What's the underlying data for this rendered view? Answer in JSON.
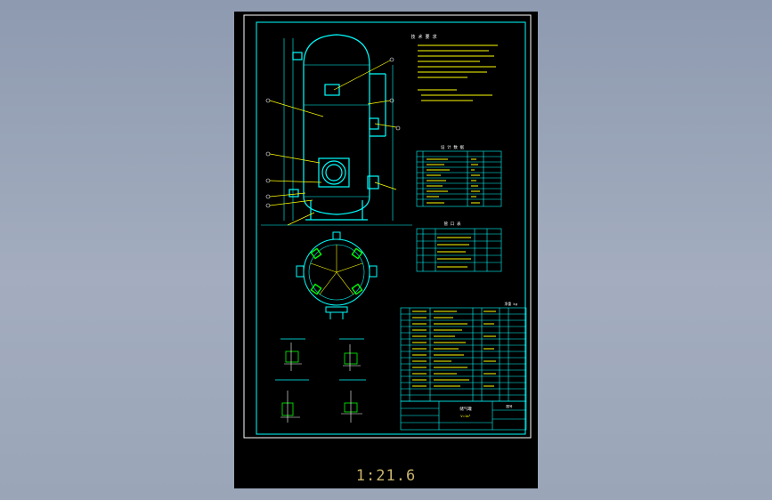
{
  "viewer": {
    "scale": "1:21.6"
  },
  "drawing": {
    "notes_heading": "技 术 要 求",
    "nozzle_table_heading": "管 口 表",
    "spec_table_heading": "设 计 数 据",
    "title_block_name": "储气罐",
    "title_block_spec": "V=1m³",
    "title_block_sheet": "图号",
    "weight_label": "净重 kg"
  },
  "colors": {
    "sheet_bg": "#000000",
    "frame": "#ffffff",
    "vessel": "#00ffff",
    "leader": "#ffff00",
    "table_line": "#00ffff",
    "table_text": "#ffff00",
    "accent": "#00ff00",
    "scale_text": "#c9b36a"
  }
}
